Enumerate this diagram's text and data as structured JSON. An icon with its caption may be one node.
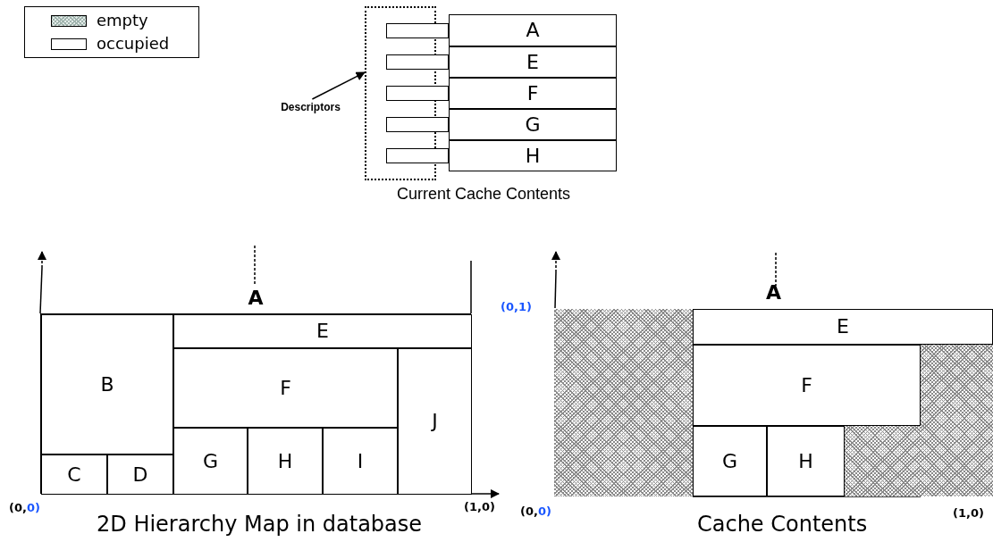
{
  "diagram": {
    "nodes": [
      {
        "text": [
          "Descriptors"
        ]
      },
      {
        "text": [],
        "shape": "box"
      },
      {
        "text": [],
        "shape": "box"
      },
      {
        "text": [],
        "shape": "box"
      },
      {
        "text": [],
        "shape": "box"
      },
      {
        "text": [],
        "shape": "box"
      },
      {
        "text": [],
        "shape": "box"
      },
      {
        "text": [
          "A"
        ]
      },
      {
        "text": [
          "E"
        ]
      },
      {
        "text": [
          "F"
        ]
      },
      {
        "text": [
          "G"
        ]
      },
      {
        "text": [
          "H"
        ]
      },
      {
        "text": [
          "A"
        ]
      },
      {
        "text": [
          "B"
        ],
        "in": 12
      },
      {
        "text": [
          "C"
        ],
        "in": 12
      },
      {
        "text": [
          "D"
        ],
        "in": 12
      },
      {
        "text": [
          "E"
        ],
        "in": 12
      },
      {
        "text": [
          "F"
        ],
        "in": 12
      },
      {
        "text": [
          "G"
        ],
        "in": 12
      },
      {
        "text": [
          "H"
        ],
        "in": 12
      },
      {
        "text": [
          "I"
        ],
        "in": 12
      },
      {
        "text": [
          "J"
        ],
        "in": 12
      },
      {
        "text": [
          "A"
        ]
      },
      {
        "text": [],
        "shape": "box",
        "in": 22
      },
      {
        "text": [
          "E"
        ],
        "in": 22
      },
      {
        "text": [
          "F"
        ],
        "in": 22
      },
      {
        "text": [
          "G"
        ],
        "in": 22
      },
      {
        "text": [
          "H"
        ],
        "in": 22
      },
      {
        "text": [],
        "shape": "box",
        "in": 22
      },
      {
        "text": [],
        "shape": "box",
        "in": 22
      }
    ],
    "edges": [
      {
        "from": 0,
        "to": 1,
        "arrow": "to"
      }
    ],
    "labels": [
      "Current Cache Contents",
      "(0,0)",
      "(1,0)",
      "2D Hierarchy Map in database",
      "(0,1)",
      "(0,0)",
      "(1,0)",
      "Cache Contents"
    ],
    "legend": [
      {
        "text": "empty"
      },
      {
        "text": "occupied"
      }
    ]
  }
}
